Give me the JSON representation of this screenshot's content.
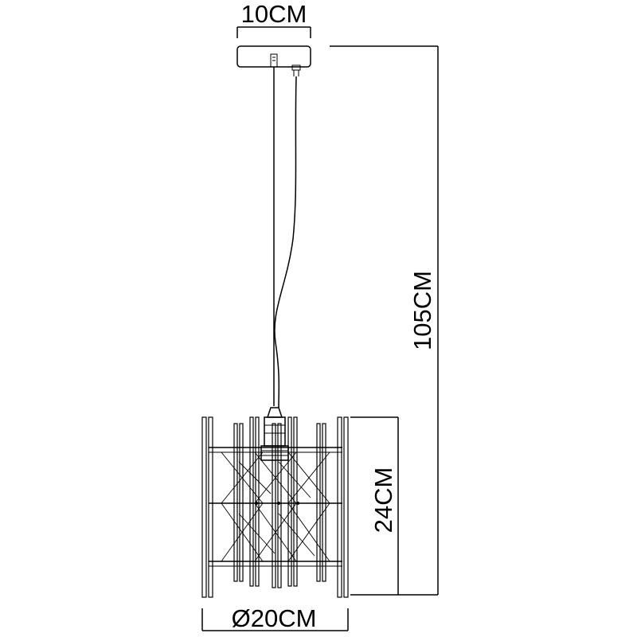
{
  "dimensions": {
    "canopy_width": "10CM",
    "total_height": "105CM",
    "shade_height": "24CM",
    "shade_diameter": "Ø20CM"
  },
  "colors": {
    "line": "#000000",
    "background": "#ffffff"
  }
}
